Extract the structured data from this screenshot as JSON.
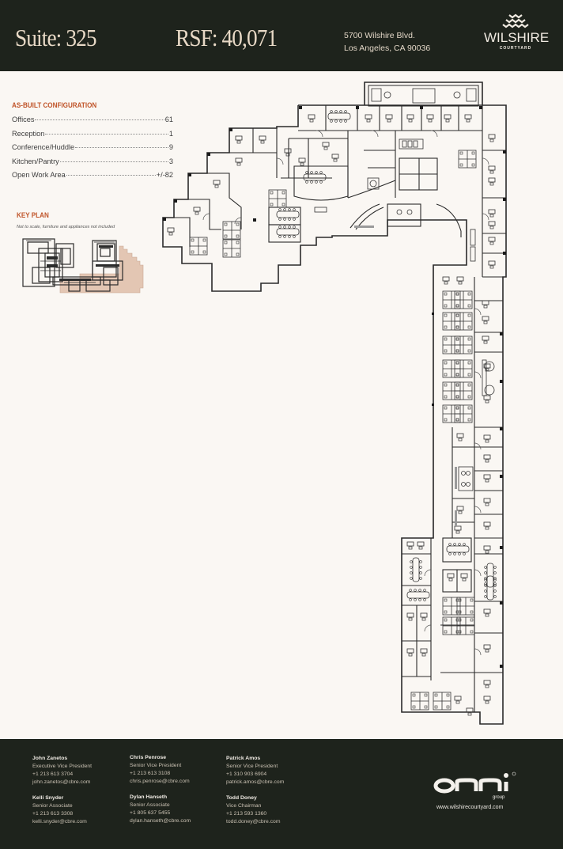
{
  "header": {
    "suite_label": "Suite: 325",
    "rsf_label": "RSF: 40,071",
    "address_line1": "5700 Wilshire Blvd.",
    "address_line2": "Los Angeles, CA 90036",
    "brand_name": "WILSHIRE",
    "brand_sub": "COURTYARD",
    "brand_icon": "wave-logo-icon"
  },
  "configuration": {
    "title": "AS-BUILT CONFIGURATION",
    "items": [
      {
        "label": "Offices",
        "value": "61"
      },
      {
        "label": "Reception",
        "value": "1"
      },
      {
        "label": "Conference/Huddle",
        "value": "9"
      },
      {
        "label": "Kitchen/Pantry",
        "value": "3"
      },
      {
        "label": "Open Work Area",
        "value": "+/-82"
      }
    ]
  },
  "key_plan": {
    "title": "KEY PLAN",
    "note": "Not to scale, furniture and appliances not included",
    "highlight_color": "#e3c6b3"
  },
  "floor_plan": {
    "description": "Suite 325 as-built floor plan"
  },
  "contacts": [
    {
      "name": "John Zanetos",
      "title": "Executive Vice President",
      "phone": "+1 213 613 3704",
      "email": "john.zanetos@cbre.com"
    },
    {
      "name": "Chris Penrose",
      "title": "Senior Vice President",
      "phone": "+1 213 613 3108",
      "email": "chris.penrose@cbre.com"
    },
    {
      "name": "Patrick Amos",
      "title": "Senior Vice President",
      "phone": "+1 310 903 6904",
      "email": "patrick.amos@cbre.com"
    },
    {
      "name": "Kelli Snyder",
      "title": "Senior Associate",
      "phone": "+1 213 613 3308",
      "email": "kelli.snyder@cbre.com"
    },
    {
      "name": "Dylan Hanseth",
      "title": "Senior Associate",
      "phone": "+1 805 637 5455",
      "email": "dylan.hanseth@cbre.com"
    },
    {
      "name": "Todd Doney",
      "title": "Vice Chairman",
      "phone": "+1 213 593 1360",
      "email": "todd.doney@cbre.com"
    }
  ],
  "footer": {
    "logo_text": "onni",
    "logo_sub": "group",
    "website": "www.wilshirecourtyard.com"
  },
  "colors": {
    "dark_bg": "#1e231c",
    "page_bg": "#faf7f3",
    "accent": "#c0552a",
    "header_text": "#e8d9c6"
  }
}
